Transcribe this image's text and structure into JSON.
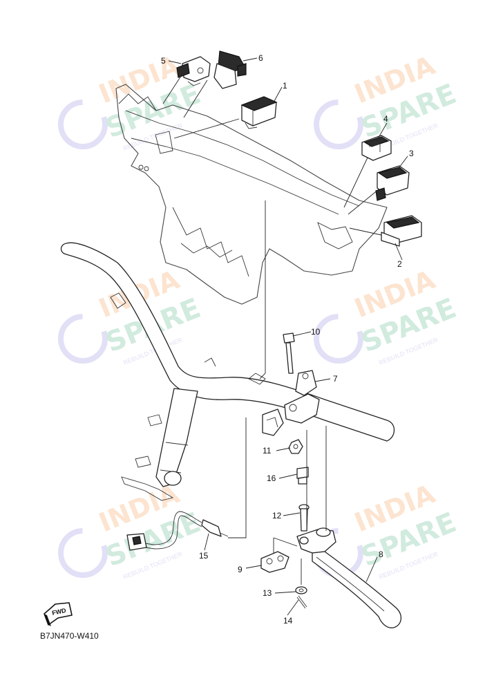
{
  "diagram": {
    "drawing_code": "B7JN470-W410",
    "fwd_label": "FWD",
    "callouts": [
      "1",
      "2",
      "3",
      "4",
      "5",
      "6",
      "7",
      "8",
      "9",
      "10",
      "11",
      "12",
      "13",
      "14",
      "15",
      "16"
    ]
  },
  "watermark": {
    "line1": "INDIA",
    "line2": "SPARE",
    "tagline": "REBUILD TOGETHER",
    "colors": {
      "orange": "#f6b27a",
      "green": "#7cc6a1",
      "blue": "#a9a7e6"
    }
  }
}
